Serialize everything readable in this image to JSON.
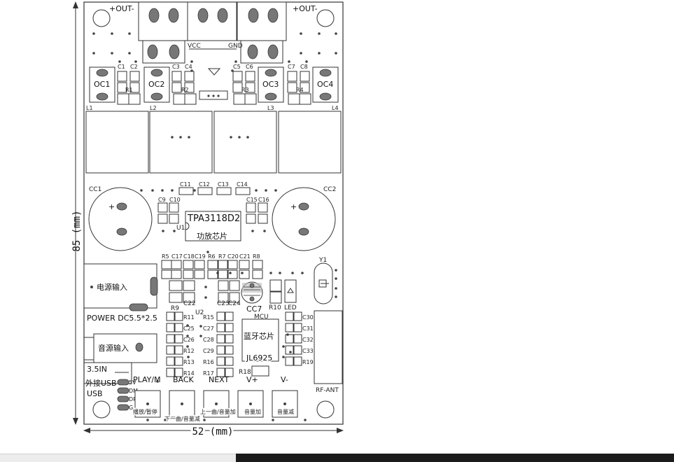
{
  "out_labels": {
    "left": "+OUT-",
    "right": "+OUT-"
  },
  "power_rail": {
    "vcc": "VCC",
    "gnd": "GND"
  },
  "top_caps": [
    "C1",
    "C2",
    "C3",
    "C4",
    "C5",
    "C6",
    "C7",
    "C8"
  ],
  "resistors_top": [
    "R1",
    "R2",
    "R3",
    "R4"
  ],
  "oc_blocks": [
    "OC1",
    "OC2",
    "OC3",
    "OC4"
  ],
  "inductors": [
    "L1",
    "L2",
    "L3",
    "L4"
  ],
  "bulk_caps": [
    "CC1",
    "CC2"
  ],
  "mid_caps": [
    "C11",
    "C12",
    "C13",
    "C14"
  ],
  "side_caps": [
    "C9",
    "C10",
    "C15",
    "C16"
  ],
  "amp_chip": {
    "part": "TPA3118D2",
    "desc": "功放芯片",
    "ref": "U1"
  },
  "row_parts": [
    "R5",
    "C17",
    "C18",
    "C19",
    "R6",
    "R7",
    "C20",
    "C21",
    "R8"
  ],
  "dc_input": {
    "label": "电源输入",
    "power": "POWER DC5.5*2.5"
  },
  "lower_left": {
    "r9": "R9",
    "c22": "C22",
    "u2": "U2",
    "c23": "C23",
    "c24": "C24"
  },
  "cc7": "CC7",
  "r10": "R10",
  "led": "LED",
  "crystal": "Y1",
  "mcu": {
    "label": "MCU",
    "desc": "蓝牙芯片",
    "part": "JL6925"
  },
  "left_col_parts": [
    "R11",
    "C25",
    "C26",
    "R12",
    "R13",
    "R14"
  ],
  "mid_col_parts": [
    "R15",
    "C27",
    "C28",
    "C29",
    "R16",
    "R17"
  ],
  "right_col_parts": [
    "C30",
    "C31",
    "C32",
    "C33",
    "R19"
  ],
  "r18": "R18",
  "antenna": "RF-ANT",
  "audio_input": "音源输入",
  "jack": "3.5IN",
  "usb": {
    "ext": "外接USB",
    "label": "USB",
    "pins": [
      "5V",
      "DM",
      "DP",
      "G"
    ]
  },
  "buttons": [
    {
      "top": "PLAY/M",
      "bottom": "播放/暂停"
    },
    {
      "top": "BACK",
      "bottom": "下一曲/音量减"
    },
    {
      "top": "NEXT",
      "bottom": "上一曲/音量加"
    },
    {
      "top": "V+",
      "bottom": "音量加"
    },
    {
      "top": "V-",
      "bottom": "音量减"
    }
  ],
  "dimensions": {
    "width": "52 (mm)",
    "height": "85 (mm)"
  }
}
